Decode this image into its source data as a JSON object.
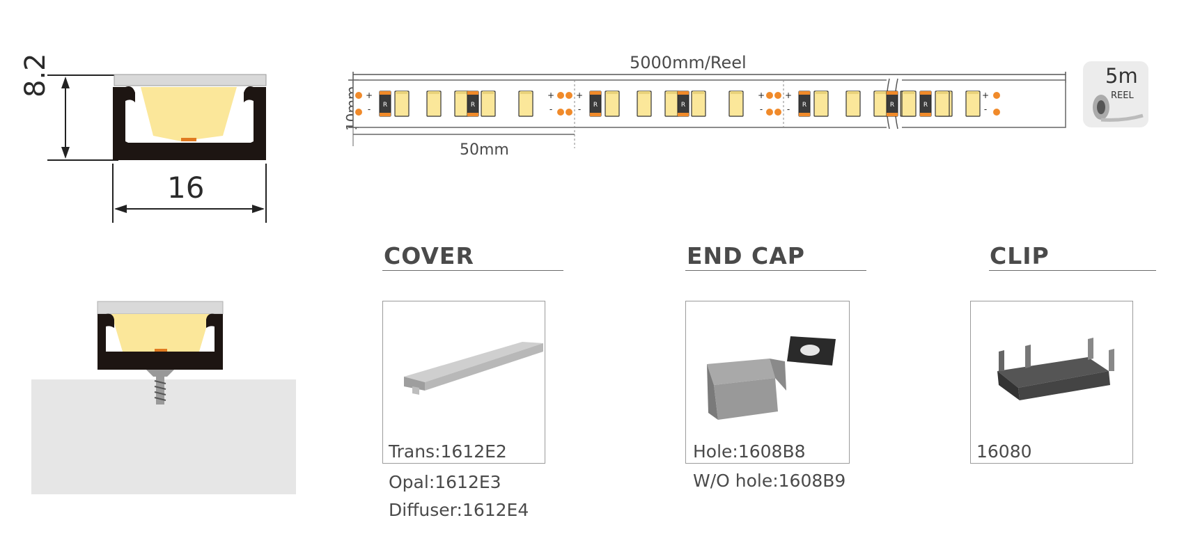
{
  "profile": {
    "height_label": "8.2",
    "width_label": "16"
  },
  "strip": {
    "length_label": "5000mm/Reel",
    "width_label": "10mm",
    "cut_label": "50mm",
    "resistor_mark": "R",
    "plus": "+",
    "minus": "-"
  },
  "reel": {
    "length": "5m",
    "label": "REEL"
  },
  "cover": {
    "title": "COVER",
    "codes": [
      "Trans:1612E2",
      "Opal:1612E3",
      "Diffuser:1612E4"
    ]
  },
  "end_cap": {
    "title": "END CAP",
    "codes": [
      "Hole:1608B8",
      "W/O hole:1608B9"
    ]
  },
  "clip": {
    "title": "CLIP",
    "codes": [
      "16080"
    ]
  },
  "colors": {
    "led": "#fbe79a",
    "pad": "#f08a2a",
    "profile": "#1d1512",
    "cover": "#dcdcdc"
  }
}
